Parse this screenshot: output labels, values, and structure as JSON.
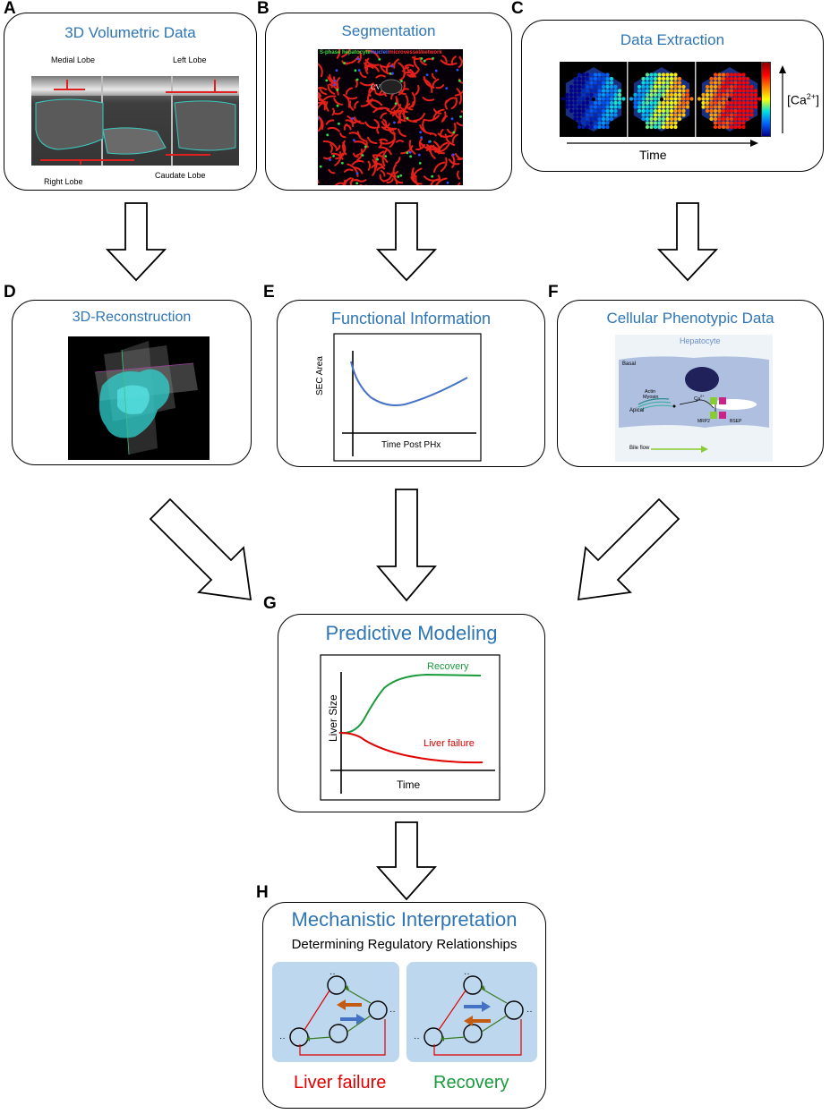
{
  "panels": {
    "A": {
      "letter": "A",
      "title": "3D Volumetric Data",
      "labels": {
        "medial": "Medial Lobe",
        "left": "Left Lobe",
        "right": "Right Lobe",
        "caudate": "Caudate Lobe"
      }
    },
    "B": {
      "letter": "B",
      "title": "Segmentation",
      "legend": [
        "S-phase hepatocyte",
        "/nuclei/",
        "microvessel",
        "/network"
      ],
      "cv_label": "CV"
    },
    "C": {
      "letter": "C",
      "title": "Data Extraction",
      "time_label": "Time",
      "colorbar_label": "[Ca",
      "colorbar_sup": "2+",
      "colorbar_close": "]"
    },
    "D": {
      "letter": "D",
      "title": "3D-Reconstruction"
    },
    "E": {
      "letter": "E",
      "title": "Functional Information",
      "ylabel": "SEC Area",
      "xlabel": "Time Post PHx"
    },
    "F": {
      "letter": "F",
      "title": "Cellular Phenotypic Data",
      "labels": {
        "hepatocyte": "Hepatocyte",
        "basal": "Basal",
        "actin": "Actin",
        "myosin": "Myosin",
        "ca": "Ca",
        "ca_sup": "2+",
        "apical": "Apical",
        "mrp2": "MRP2",
        "bsep": "BSEP",
        "bile": "Bile flow"
      }
    },
    "G": {
      "letter": "G",
      "title": "Predictive Modeling",
      "ylabel": "Liver Size",
      "xlabel": "Time",
      "recovery": "Recovery",
      "failure": "Liver failure"
    },
    "H": {
      "letter": "H",
      "title": "Mechanistic Interpretation",
      "subtitle": "Determining Regulatory Relationships",
      "failure": "Liver failure",
      "recovery": "Recovery"
    }
  },
  "colors": {
    "title_blue": "#2e75b6",
    "green": "#1a9a3c",
    "red": "#e00000",
    "net_bg": "#bdd7ee"
  }
}
